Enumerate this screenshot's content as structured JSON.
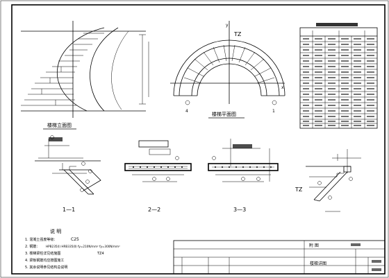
{
  "views": {
    "elevation_title": "楼梯立面图",
    "plan_title": "楼梯平面图",
    "plan_label": "TZ",
    "plan_axis_y": "y",
    "plan_axis_x": "x",
    "plan_axis_4": "4",
    "plan_axis_1": "1",
    "section1": "1—1",
    "section2": "2—2",
    "section3": "3—3",
    "detail_label": "TZ"
  },
  "notes": {
    "heading": "说  明",
    "line1": "1.  混凝土强度等级：",
    "line1_value": "C25",
    "line2": "2.  钢筋：",
    "line2_value": "HPB235(Ⅰ)  HRB335(Ⅱ)  fy=210N/mm²  fy=300N/mm²",
    "line3": "3.  楼梯梁柱详见结施图",
    "line3_value": "TZ4",
    "line4": "4.  梁板钢筋均应按图施工",
    "line5": "5.  其余说明参见结构总说明"
  },
  "title_block": {
    "header": "附  图",
    "drawing_name": "楼梯详图"
  }
}
